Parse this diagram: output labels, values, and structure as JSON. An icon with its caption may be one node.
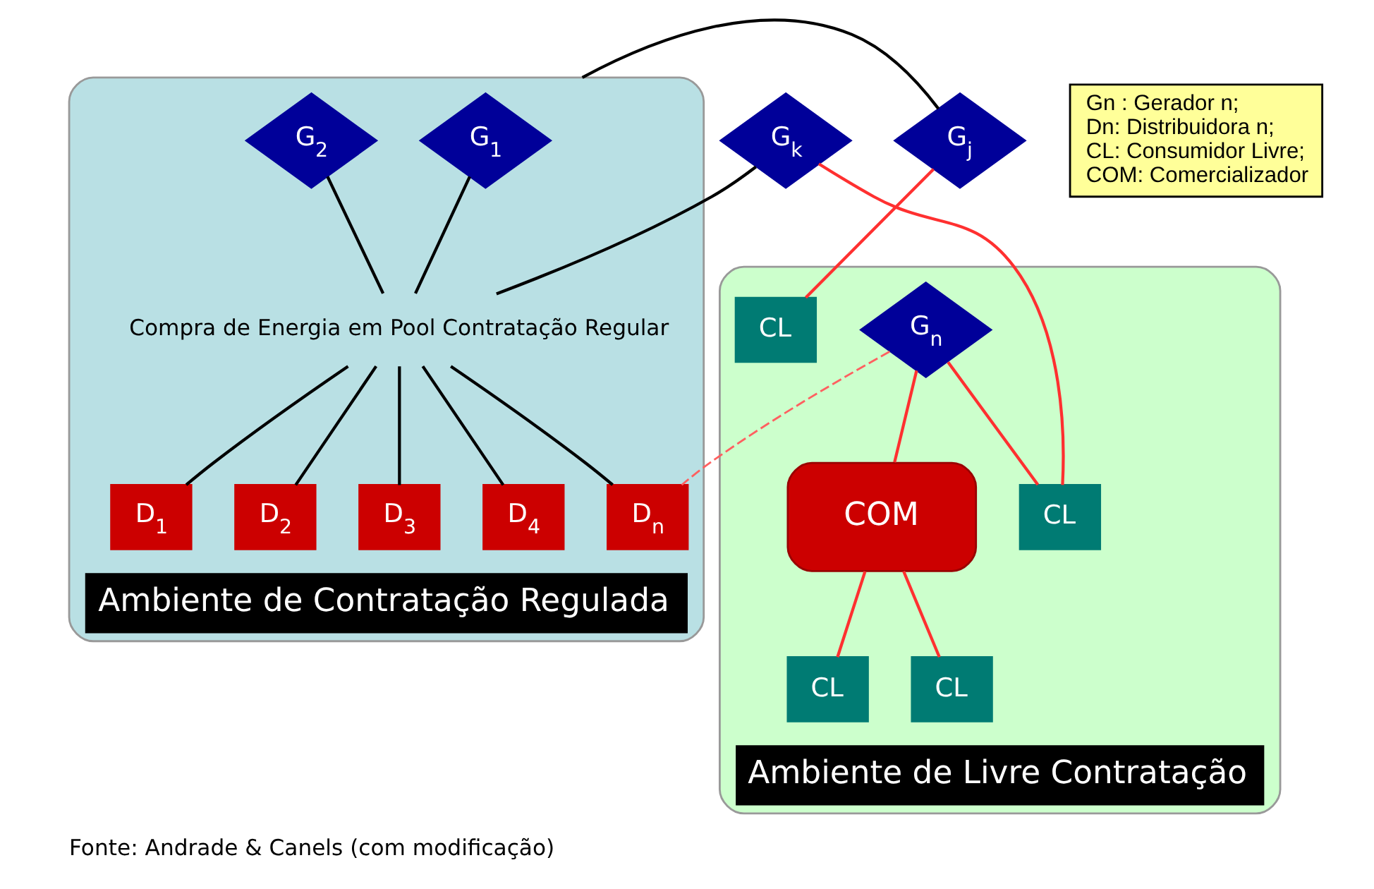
{
  "diagram": {
    "caption": "Fonte: Andrade & Canels (com modificação)",
    "nodes": [
      {
        "text": [
          "Ambiente de Contratação Regulada"
        ]
      },
      {
        "text": [
          "G$_{1}$"
        ],
        "in": 0
      },
      {
        "text": [
          "G$_{2}$"
        ],
        "in": 0
      },
      {
        "text": [
          "Compra de Energia em Pool Contratação Regular"
        ],
        "in": 0
      },
      {
        "text": [
          "D$_{1}$"
        ],
        "in": 0
      },
      {
        "text": [
          "D$_{2}$"
        ],
        "in": 0
      },
      {
        "text": [
          "D$_{3}$"
        ],
        "in": 0
      },
      {
        "text": [
          "D$_{4}$"
        ],
        "in": 0
      },
      {
        "text": [
          "D$_{n}$"
        ],
        "in": 0
      },
      {
        "text": [
          "Ambiente de Livre Contratação"
        ]
      },
      {
        "text": [
          "G$_{n}$"
        ],
        "in": 9
      },
      {
        "text": [
          "COM"
        ],
        "in": 9
      },
      {
        "text": [
          "CL"
        ],
        "in": 9
      },
      {
        "text": [
          "CL"
        ],
        "in": 9
      },
      {
        "text": [
          "CL"
        ],
        "in": 9
      },
      {
        "text": [
          "CL"
        ],
        "in": 9
      },
      {
        "text": [
          "G$_{k}$"
        ]
      },
      {
        "text": [
          "G$_{j}$"
        ]
      },
      {
        "text": [
          "Gn : Gerador n;",
          "Dn: Distribuidora n;",
          "CL: Consumidor Livre;",
          "COM: Comercializador"
        ]
      }
    ],
    "edges": [
      {
        "from": 1,
        "to": 3,
        "arrow": "none"
      },
      {
        "from": 2,
        "to": 3,
        "arrow": "none"
      },
      {
        "from": 16,
        "to": 3,
        "arrow": "none"
      },
      {
        "from": 17,
        "to": 0,
        "arrow": "none"
      },
      {
        "from": 3,
        "to": 4,
        "arrow": "none"
      },
      {
        "from": 3,
        "to": 5,
        "arrow": "none"
      },
      {
        "from": 3,
        "to": 6,
        "arrow": "none"
      },
      {
        "from": 3,
        "to": 7,
        "arrow": "none"
      },
      {
        "from": 3,
        "to": 8,
        "arrow": "none"
      },
      {
        "from": 16,
        "to": 13,
        "arrow": "none",
        "color": "#ff3030"
      },
      {
        "from": 17,
        "to": 12,
        "arrow": "none",
        "color": "#ff3030"
      },
      {
        "from": 10,
        "to": 13,
        "arrow": "none",
        "color": "#ff3030"
      },
      {
        "from": 10,
        "to": 11,
        "arrow": "none",
        "color": "#ff3030"
      },
      {
        "from": 11,
        "to": 14,
        "arrow": "none",
        "color": "#ff3030"
      },
      {
        "from": 11,
        "to": 15,
        "arrow": "none",
        "color": "#ff3030"
      },
      {
        "from": 10,
        "to": 8,
        "arrow": "none",
        "style": "dashed",
        "color": "#ff6060"
      }
    ]
  }
}
